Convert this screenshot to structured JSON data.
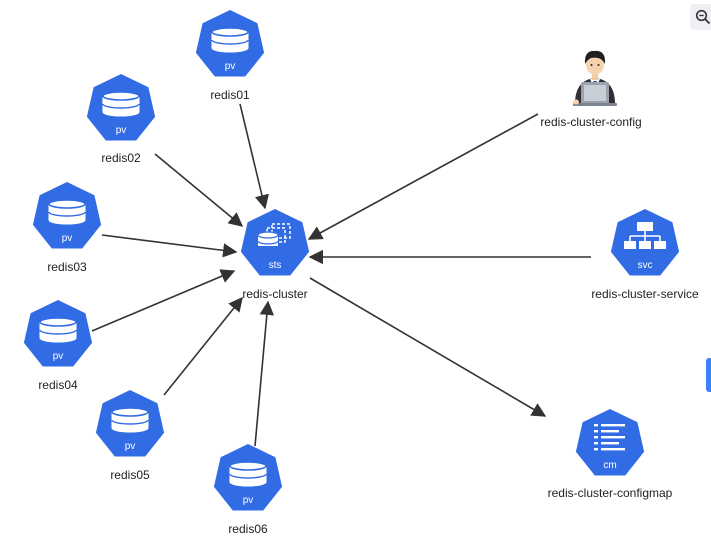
{
  "diagram": {
    "center": {
      "id": "redis-cluster",
      "label": "redis-cluster",
      "kind": "sts"
    },
    "nodes": [
      {
        "id": "redis01",
        "label": "redis01",
        "kind": "pv"
      },
      {
        "id": "redis02",
        "label": "redis02",
        "kind": "pv"
      },
      {
        "id": "redis03",
        "label": "redis03",
        "kind": "pv"
      },
      {
        "id": "redis04",
        "label": "redis04",
        "kind": "pv"
      },
      {
        "id": "redis05",
        "label": "redis05",
        "kind": "pv"
      },
      {
        "id": "redis06",
        "label": "redis06",
        "kind": "pv"
      },
      {
        "id": "redis-cluster-config",
        "label": "redis-cluster-config",
        "kind": "user"
      },
      {
        "id": "redis-cluster-service",
        "label": "redis-cluster-service",
        "kind": "svc"
      },
      {
        "id": "redis-cluster-configmap",
        "label": "redis-cluster-configmap",
        "kind": "cm"
      }
    ],
    "edges": [
      {
        "from": "redis01",
        "to": "redis-cluster"
      },
      {
        "from": "redis02",
        "to": "redis-cluster"
      },
      {
        "from": "redis03",
        "to": "redis-cluster"
      },
      {
        "from": "redis04",
        "to": "redis-cluster"
      },
      {
        "from": "redis05",
        "to": "redis-cluster"
      },
      {
        "from": "redis06",
        "to": "redis-cluster"
      },
      {
        "from": "redis-cluster-config",
        "to": "redis-cluster"
      },
      {
        "from": "redis-cluster-service",
        "to": "redis-cluster"
      },
      {
        "from": "redis-cluster",
        "to": "redis-cluster-configmap"
      }
    ]
  },
  "toolbar": {
    "zoom_icon": "zoom-icon"
  },
  "colors": {
    "node_fill": "#326ce5",
    "edge": "#333333",
    "label": "#222222"
  }
}
